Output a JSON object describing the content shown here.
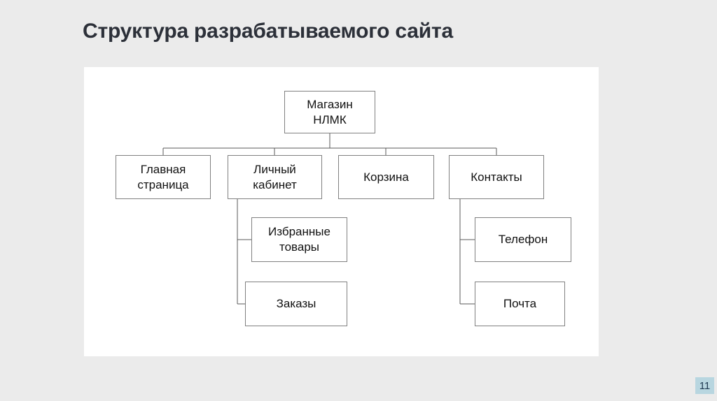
{
  "slide": {
    "title": "Структура разрабатываемого сайта",
    "page_number": "11",
    "colors": {
      "background": "#ebebeb",
      "panel": "#ffffff",
      "title_text": "#2c3039",
      "node_border": "#808080",
      "connector": "#595959",
      "page_badge_bg": "#b8d6e0",
      "page_badge_text": "#1f3a52"
    }
  },
  "diagram": {
    "type": "tree",
    "nodes": {
      "root": {
        "label": "Магазин\nНЛМК",
        "level": 1
      },
      "home": {
        "label": "Главная\nстраница",
        "level": 2
      },
      "account": {
        "label": "Личный\nкабинет",
        "level": 2
      },
      "cart": {
        "label": "Корзина",
        "level": 2
      },
      "contacts": {
        "label": "Контакты",
        "level": 2
      },
      "favorites": {
        "label": "Избранные\nтовары",
        "level": 3,
        "parent": "account"
      },
      "orders": {
        "label": "Заказы",
        "level": 3,
        "parent": "account"
      },
      "phone": {
        "label": "Телефон",
        "level": 3,
        "parent": "contacts"
      },
      "mail": {
        "label": "Почта",
        "level": 3,
        "parent": "contacts"
      }
    },
    "edges": [
      {
        "from": "root",
        "to": "home"
      },
      {
        "from": "root",
        "to": "account"
      },
      {
        "from": "root",
        "to": "cart"
      },
      {
        "from": "root",
        "to": "contacts"
      },
      {
        "from": "account",
        "to": "favorites"
      },
      {
        "from": "account",
        "to": "orders"
      },
      {
        "from": "contacts",
        "to": "phone"
      },
      {
        "from": "contacts",
        "to": "mail"
      }
    ]
  }
}
